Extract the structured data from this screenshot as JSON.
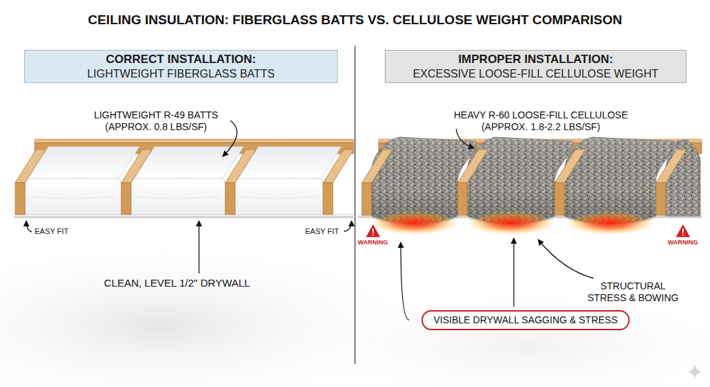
{
  "diagram": {
    "title": "CEILING INSULATION: FIBERGLASS BATTS VS. CELLULOSE WEIGHT COMPARISON",
    "nodes": [
      {
        "text": [
          "CORRECT INSTALLATION:",
          "LIGHTWEIGHT FIBERGLASS BATTS"
        ]
      },
      {
        "text": [
          "IMPROPER INSTALLATION:",
          "EXCESSIVE LOOSE-FILL CELLULOSE WEIGHT"
        ]
      },
      {
        "text": [
          "VISIBLE DRYWALL SAGGING & STRESS"
        ]
      }
    ],
    "labels": [
      "LIGHTWEIGHT R-49 BATTS (APPROX. 0.8 LBS/SF)",
      "HEAVY R-60 LOOSE-FILL CELLULOSE (APPROX. 1.8-2.2 LBS/SF)",
      "EASY FIT",
      "WARNING",
      "EASY FIT",
      "WARNING",
      "CLEAN, LEVEL 1/2\" DRYWALL",
      "STRUCTURAL STRESS & BOWING"
    ]
  }
}
